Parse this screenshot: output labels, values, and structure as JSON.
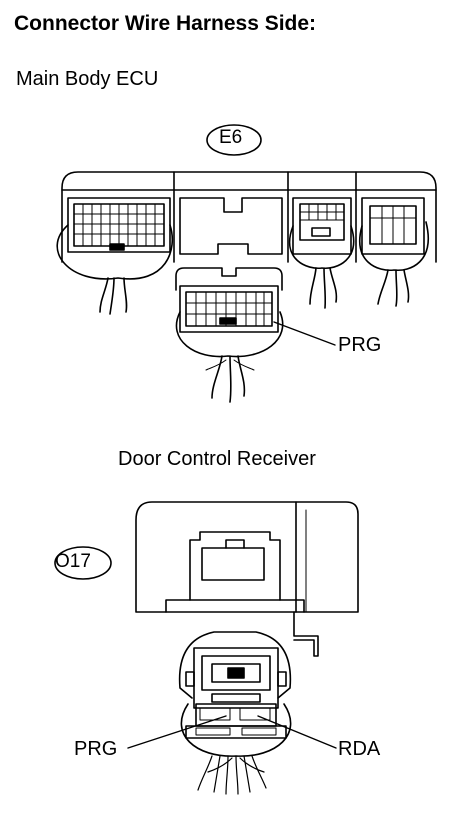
{
  "title": "Connector Wire Harness Side:",
  "sections": [
    {
      "name": "Main Body ECU",
      "connector_code": "E6"
    },
    {
      "name": "Door Control Receiver",
      "connector_code": "O17"
    }
  ],
  "labels": {
    "main_prg": "PRG",
    "receiver_prg": "PRG",
    "receiver_rda": "RDA"
  }
}
